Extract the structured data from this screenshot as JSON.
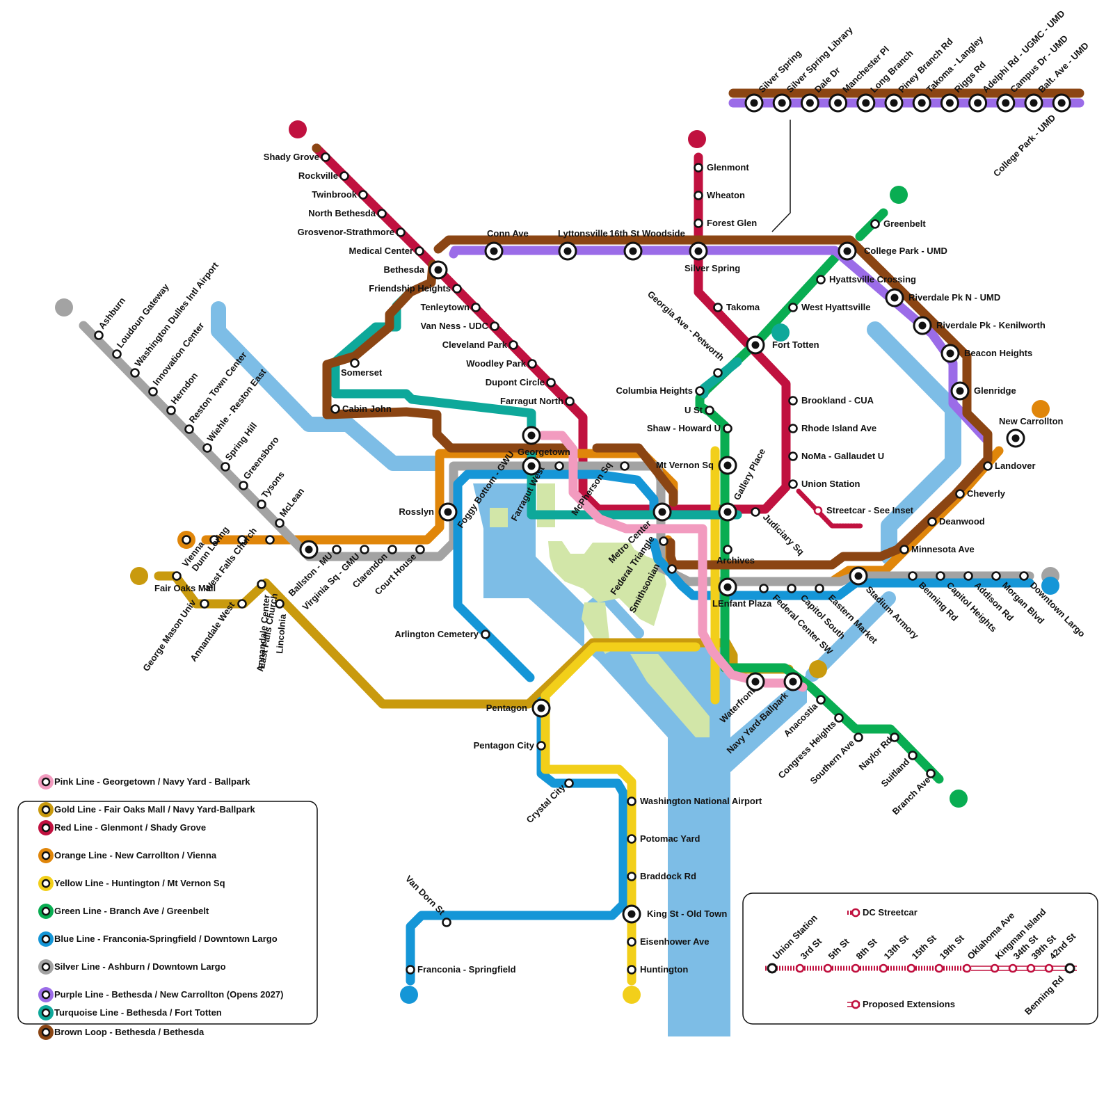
{
  "colors": {
    "water": "#7dbde6",
    "park": "#d2e6a8",
    "pink": "#f29bbf",
    "gold": "#c99a0e",
    "red": "#c0113f",
    "orange": "#e0860a",
    "yellow": "#f2cf1a",
    "green": "#09ad52",
    "blue": "#1596d7",
    "silver": "#a3a3a3",
    "purple": "#9b6ce8",
    "turquoise": "#0ea89a",
    "brown": "#8b4513",
    "streetcar": "#c0113f"
  },
  "stations": {
    "shady_grove": "Shady Grove",
    "rockville": "Rockville",
    "twinbrook": "Twinbrook",
    "north_bethesda": "North Bethesda",
    "grosvenor": "Grosvenor-Strathmore",
    "medical_center": "Medical Center",
    "bethesda": "Bethesda",
    "friendship_heights": "Friendship Heights",
    "tenleytown": "Tenleytown",
    "van_ness": "Van Ness - UDC",
    "cleveland_park": "Cleveland Park",
    "woodley_park": "Woodley Park",
    "dupont_circle": "Dupont Circle",
    "farragut_north": "Farragut North",
    "glenmont": "Glenmont",
    "wheaton": "Wheaton",
    "forest_glen": "Forest Glen",
    "silver_spring": "Silver Spring",
    "takoma": "Takoma",
    "fort_totten": "Fort Totten",
    "brookland": "Brookland - CUA",
    "rhode_island": "Rhode Island Ave",
    "noma": "NoMa - Gallaudet U",
    "union_station": "Union Station",
    "judiciary_sq": "Judiciary Sq",
    "gallery_place": "Gallery Place",
    "metro_center": "Metro Center",
    "greenbelt": "Greenbelt",
    "college_park": "College Park - UMD",
    "hyattsville": "Hyattsville Crossing",
    "west_hyattsville": "West Hyattsville",
    "georgia_ave": "Georgia Ave - Petworth",
    "columbia_heights": "Columbia Heights",
    "u_st": "U St",
    "shaw": "Shaw - Howard U",
    "mt_vernon_sq": "Mt Vernon Sq",
    "archives": "Archives",
    "lenfant": "LEnfant Plaza",
    "waterfront": "Waterfront",
    "navy_yard": "Navy Yard-Ballpark",
    "anacostia": "Anacostia",
    "congress_heights": "Congress Heights",
    "southern_ave": "Southern Ave",
    "naylor_rd": "Naylor Rd",
    "suitland": "Suitland",
    "branch_ave": "Branch Ave",
    "conn_ave": "Conn Ave",
    "lyttonsville": "Lyttonsville",
    "woodside": "16th St Woodside",
    "riverdale_pk_n": "Riverdale Pk N - UMD",
    "riverdale_kenilworth": "Riverdale Pk - Kenilworth",
    "beacon_heights": "Beacon Heights",
    "glenridge": "Glenridge",
    "new_carrollton": "New Carrollton",
    "landover": "Landover",
    "cheverly": "Cheverly",
    "deanwood": "Deanwood",
    "minnesota_ave": "Minnesota Ave",
    "stadium_armory": "Stadium Armory",
    "benning_rd": "Benning Rd",
    "capitol_heights": "Capitol Heights",
    "addison_rd": "Addison Rd",
    "morgan_blvd": "Morgan Blvd",
    "downtown_largo": "Downtown Largo",
    "federal_center": "Federal Center SW",
    "capitol_south": "Capitol South",
    "eastern_market": "Eastern Market",
    "smithsonian": "Smithsonian",
    "federal_triangle": "Federal Triangle",
    "mcpherson_sq": "McPherson Sq",
    "farragut_west": "Farragut West",
    "foggy_bottom": "Foggy Bottom - GWU",
    "georgetown": "Georgetown",
    "rosslyn": "Rosslyn",
    "arlington_cemetery": "Arlington Cemetery",
    "pentagon": "Pentagon",
    "pentagon_city": "Pentagon City",
    "crystal_city": "Crystal City",
    "national_airport": "Washington National Airport",
    "potomac_yard": "Potomac Yard",
    "braddock_rd": "Braddock Rd",
    "king_st": "King St - Old Town",
    "eisenhower_ave": "Eisenhower Ave",
    "huntington": "Huntington",
    "van_dorn": "Van Dorn St",
    "franconia": "Franconia - Springfield",
    "court_house": "Court House",
    "clarendon": "Clarendon",
    "virginia_sq": "Virginia Sq - GMU",
    "ballston": "Ballston - MU",
    "east_falls_church": "East Falls Church",
    "west_falls_church": "West Falls Church",
    "dunn_loring": "Dunn Loring",
    "vienna": "Vienna",
    "mclean": "McLean",
    "tysons": "Tysons",
    "greensboro": "Greensboro",
    "spring_hill": "Spring Hill",
    "wiehle": "Wiehle - Reston East",
    "reston_town": "Reston Town Center",
    "herndon": "Herndon",
    "innovation": "Innovation Center",
    "dulles": "Washington Dulles Intl Airport",
    "loudoun_gateway": "Loudoun Gateway",
    "ashburn": "Ashburn",
    "fair_oaks": "Fair Oaks Mall",
    "george_mason": "George Mason Univ",
    "annandale_west": "Annandale West",
    "annandale_center": "Annandale Center",
    "lincolnia": "Lincolnia",
    "somerset": "Somerset",
    "cabin_john": "Cabin John",
    "streetcar_inset": "Streetcar - See Inset"
  },
  "inset_top": {
    "silver_spring": "Silver Spring",
    "ss_library": "Silver Spring Library",
    "dale_dr": "Dale Dr",
    "manchester": "Manchester Pl",
    "long_branch": "Long Branch",
    "piney_branch": "Piney Branch Rd",
    "takoma_langley": "Takoma - Langley",
    "riggs_rd": "Riggs Rd",
    "adelphi": "Adelphi Rd - UGMC - UMD",
    "campus_dr": "Campus Dr - UMD",
    "balt_ave": "Balt. Ave - UMD",
    "college_park": "College Park - UMD"
  },
  "legend": [
    {
      "color": "pink",
      "label": "Pink Line - Georgetown / Navy Yard - Ballpark"
    },
    {
      "color": "gold",
      "label": "Gold Line - Fair Oaks Mall / Navy Yard-Ballpark"
    },
    {
      "color": "red",
      "label": "Red Line - Glenmont / Shady Grove"
    },
    {
      "color": "orange",
      "label": "Orange Line - New Carrollton / Vienna"
    },
    {
      "color": "yellow",
      "label": "Yellow Line - Huntington / Mt Vernon Sq"
    },
    {
      "color": "green",
      "label": "Green Line - Branch Ave / Greenbelt"
    },
    {
      "color": "blue",
      "label": "Blue Line - Franconia-Springfield / Downtown Largo"
    },
    {
      "color": "silver",
      "label": "Silver Line - Ashburn / Downtown Largo"
    },
    {
      "color": "purple",
      "label": "Purple Line - Bethesda / New Carrollton (Opens 2027)"
    },
    {
      "color": "turquoise",
      "label": "Turquoise Line - Bethesda / Fort Totten"
    },
    {
      "color": "brown",
      "label": "Brown Loop - Bethesda / Bethesda"
    }
  ],
  "streetcar_inset": {
    "dc_streetcar": "DC Streetcar",
    "proposed": "Proposed Extensions",
    "stops": [
      "Union Station",
      "3rd St",
      "5th St",
      "8th St",
      "13th St",
      "15th St",
      "19th St",
      "Oklahoma Ave"
    ],
    "ext_stops": [
      "Kingman Island",
      "34th St",
      "39th St",
      "42nd St"
    ],
    "terminus": "Benning Rd"
  }
}
